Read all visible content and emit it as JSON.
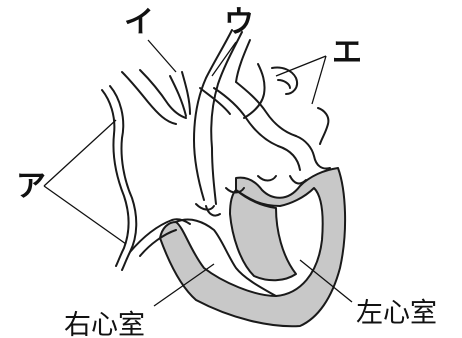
{
  "labels": {
    "a": "ア",
    "i": "イ",
    "u": "ウ",
    "e": "エ",
    "right_ventricle": "右心室",
    "left_ventricle": "左心室"
  },
  "colors": {
    "muscle_fill": "#c8c8c8",
    "stroke": "#1a1a1a",
    "background": "#ffffff"
  }
}
